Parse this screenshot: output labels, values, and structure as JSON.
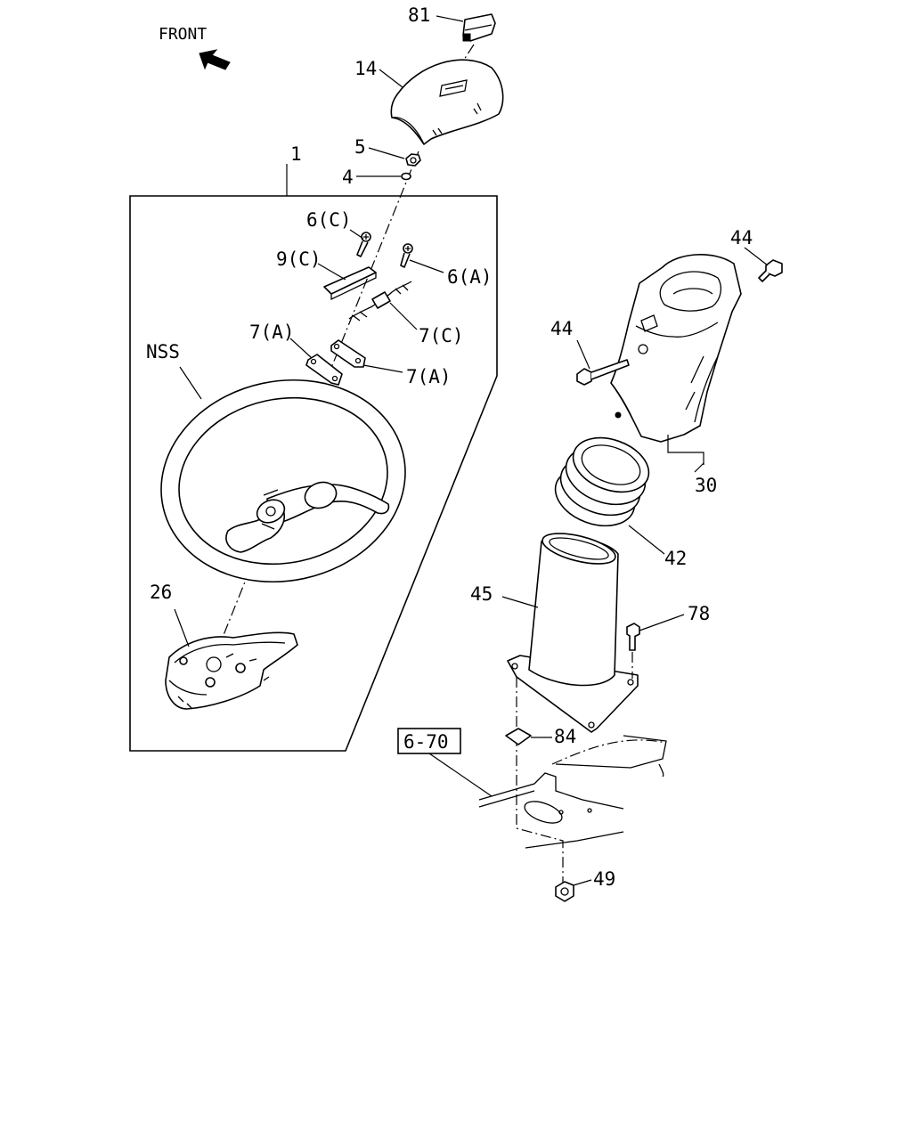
{
  "front_label": "FRONT",
  "callouts": {
    "c81": "81",
    "c14": "14",
    "c5": "5",
    "c4": "4",
    "c1": "1",
    "c6c": "6(C)",
    "c9c": "9(C)",
    "c6a": "6(A)",
    "c7c": "7(C)",
    "c7a_left": "7(A)",
    "c7a_right": "7(A)",
    "nss": "NSS",
    "c26": "26",
    "c44_top": "44",
    "c44_left": "44",
    "c30": "30",
    "c42": "42",
    "c45": "45",
    "c78": "78",
    "c84": "84",
    "ref_6_70": "6-70",
    "c49": "49"
  },
  "icons": {
    "front_arrow": "arrow-up-left-icon"
  }
}
